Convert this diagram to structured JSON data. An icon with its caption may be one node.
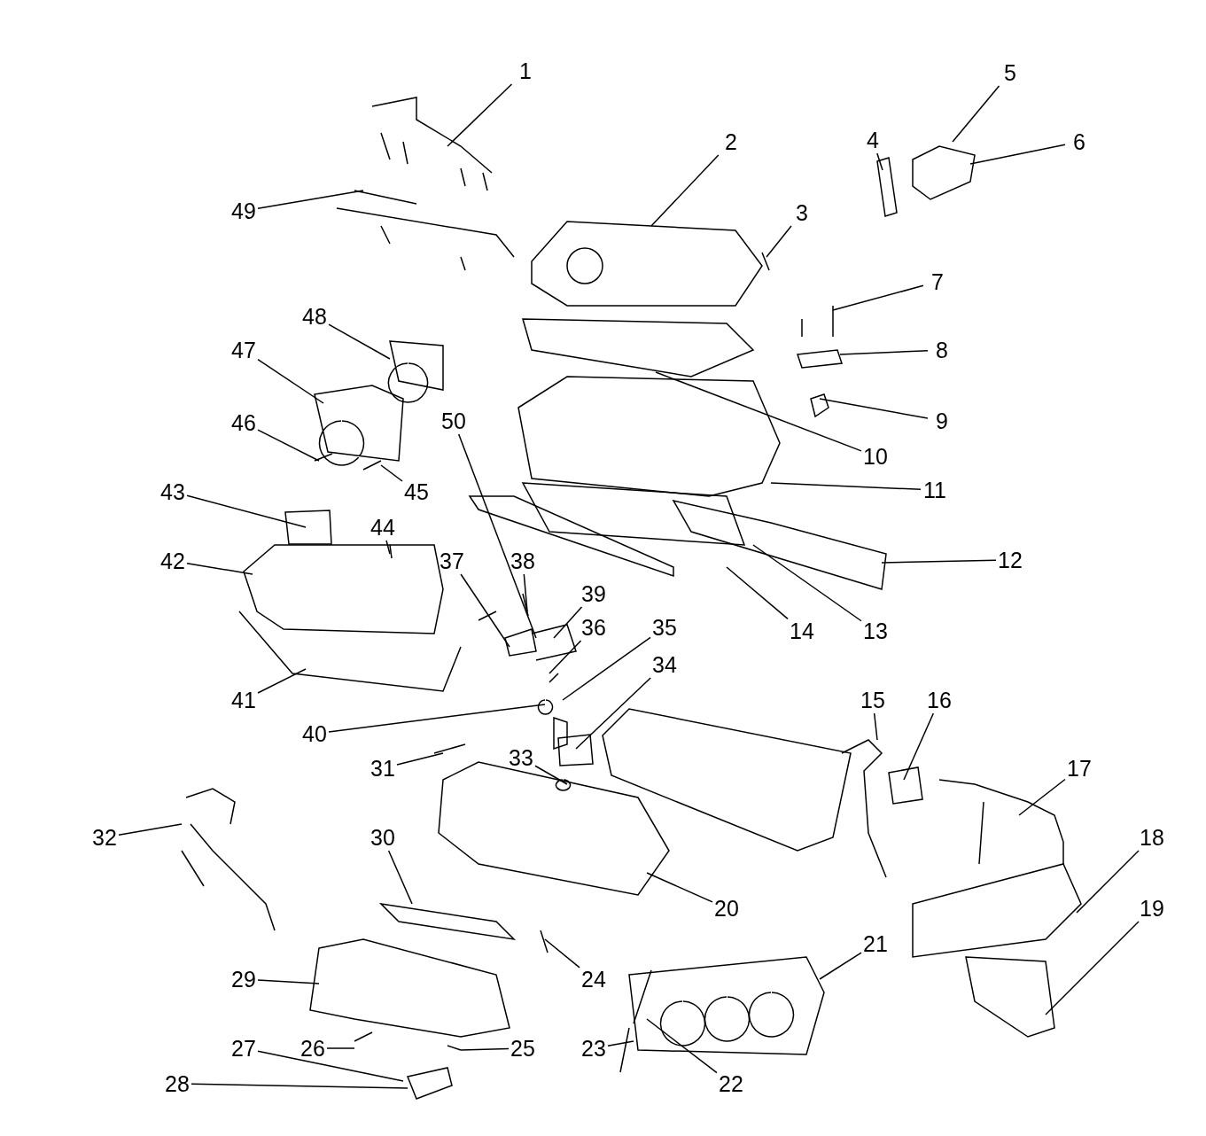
{
  "diagram": {
    "nodes": [
      {
        "text": [
          "1"
        ]
      },
      {
        "text": [
          "2"
        ]
      },
      {
        "text": [
          "3"
        ]
      },
      {
        "text": [
          "4"
        ]
      },
      {
        "text": [
          "5"
        ]
      },
      {
        "text": [
          "6"
        ]
      },
      {
        "text": [
          "7"
        ]
      },
      {
        "text": [
          "8"
        ]
      },
      {
        "text": [
          "9"
        ]
      },
      {
        "text": [
          "10"
        ]
      },
      {
        "text": [
          "11"
        ]
      },
      {
        "text": [
          "12"
        ]
      },
      {
        "text": [
          "13"
        ]
      },
      {
        "text": [
          "14"
        ]
      },
      {
        "text": [
          "15"
        ]
      },
      {
        "text": [
          "16"
        ]
      },
      {
        "text": [
          "17"
        ]
      },
      {
        "text": [
          "18"
        ]
      },
      {
        "text": [
          "19"
        ]
      },
      {
        "text": [
          "20"
        ]
      },
      {
        "text": [
          "21"
        ]
      },
      {
        "text": [
          "22"
        ]
      },
      {
        "text": [
          "23"
        ]
      },
      {
        "text": [
          "24"
        ]
      },
      {
        "text": [
          "25"
        ]
      },
      {
        "text": [
          "26"
        ]
      },
      {
        "text": [
          "27"
        ]
      },
      {
        "text": [
          "28"
        ]
      },
      {
        "text": [
          "29"
        ]
      },
      {
        "text": [
          "30"
        ]
      },
      {
        "text": [
          "31"
        ]
      },
      {
        "text": [
          "32"
        ]
      },
      {
        "text": [
          "33"
        ]
      },
      {
        "text": [
          "34"
        ]
      },
      {
        "text": [
          "35"
        ]
      },
      {
        "text": [
          "36"
        ]
      },
      {
        "text": [
          "37"
        ]
      },
      {
        "text": [
          "38"
        ]
      },
      {
        "text": [
          "39"
        ]
      },
      {
        "text": [
          "40"
        ]
      },
      {
        "text": [
          "41"
        ]
      },
      {
        "text": [
          "42"
        ]
      },
      {
        "text": [
          "43"
        ]
      },
      {
        "text": [
          "44"
        ]
      },
      {
        "text": [
          "45"
        ]
      },
      {
        "text": [
          "46"
        ]
      },
      {
        "text": [
          "47"
        ]
      },
      {
        "text": [
          "48"
        ]
      },
      {
        "text": [
          "49"
        ]
      },
      {
        "text": [
          "50"
        ]
      }
    ],
    "edges": [
      {
        "from": 0,
        "to": null,
        "arrow": "none"
      },
      {
        "from": 1,
        "to": null,
        "arrow": "none"
      },
      {
        "from": 2,
        "to": null,
        "arrow": "none"
      },
      {
        "from": 3,
        "to": null,
        "arrow": "none"
      },
      {
        "from": 4,
        "to": null,
        "arrow": "none"
      },
      {
        "from": 5,
        "to": null,
        "arrow": "none"
      },
      {
        "from": 6,
        "to": null,
        "arrow": "none"
      },
      {
        "from": 7,
        "to": null,
        "arrow": "none"
      },
      {
        "from": 8,
        "to": null,
        "arrow": "none"
      },
      {
        "from": 9,
        "to": null,
        "arrow": "none"
      },
      {
        "from": 10,
        "to": null,
        "arrow": "none"
      },
      {
        "from": 11,
        "to": null,
        "arrow": "none"
      },
      {
        "from": 12,
        "to": null,
        "arrow": "none"
      },
      {
        "from": 13,
        "to": null,
        "arrow": "none"
      },
      {
        "from": 14,
        "to": null,
        "arrow": "none"
      },
      {
        "from": 15,
        "to": null,
        "arrow": "none"
      },
      {
        "from": 16,
        "to": null,
        "arrow": "none"
      },
      {
        "from": 17,
        "to": null,
        "arrow": "none"
      },
      {
        "from": 18,
        "to": null,
        "arrow": "none"
      },
      {
        "from": 19,
        "to": null,
        "arrow": "none"
      },
      {
        "from": 20,
        "to": null,
        "arrow": "none"
      },
      {
        "from": 21,
        "to": null,
        "arrow": "none"
      },
      {
        "from": 22,
        "to": null,
        "arrow": "none"
      },
      {
        "from": 23,
        "to": null,
        "arrow": "none"
      },
      {
        "from": 24,
        "to": null,
        "arrow": "none"
      },
      {
        "from": 25,
        "to": null,
        "arrow": "none"
      },
      {
        "from": 26,
        "to": null,
        "arrow": "none"
      },
      {
        "from": 27,
        "to": null,
        "arrow": "none"
      },
      {
        "from": 28,
        "to": null,
        "arrow": "none"
      },
      {
        "from": 29,
        "to": null,
        "arrow": "none"
      },
      {
        "from": 30,
        "to": null,
        "arrow": "none"
      },
      {
        "from": 31,
        "to": null,
        "arrow": "none"
      },
      {
        "from": 32,
        "to": null,
        "arrow": "none"
      },
      {
        "from": 33,
        "to": null,
        "arrow": "none"
      },
      {
        "from": 34,
        "to": null,
        "arrow": "none"
      },
      {
        "from": 35,
        "to": null,
        "arrow": "none"
      },
      {
        "from": 36,
        "to": null,
        "arrow": "none"
      },
      {
        "from": 37,
        "to": null,
        "arrow": "none"
      },
      {
        "from": 38,
        "to": null,
        "arrow": "none"
      },
      {
        "from": 39,
        "to": null,
        "arrow": "none"
      },
      {
        "from": 40,
        "to": null,
        "arrow": "none"
      },
      {
        "from": 41,
        "to": null,
        "arrow": "none"
      },
      {
        "from": 42,
        "to": null,
        "arrow": "none"
      },
      {
        "from": 43,
        "to": null,
        "arrow": "none"
      },
      {
        "from": 44,
        "to": null,
        "arrow": "none"
      },
      {
        "from": 45,
        "to": null,
        "arrow": "none"
      },
      {
        "from": 46,
        "to": null,
        "arrow": "none"
      },
      {
        "from": 47,
        "to": null,
        "arrow": "none"
      },
      {
        "from": 48,
        "to": null,
        "arrow": "none"
      },
      {
        "from": 49,
        "to": null,
        "arrow": "none"
      }
    ]
  }
}
